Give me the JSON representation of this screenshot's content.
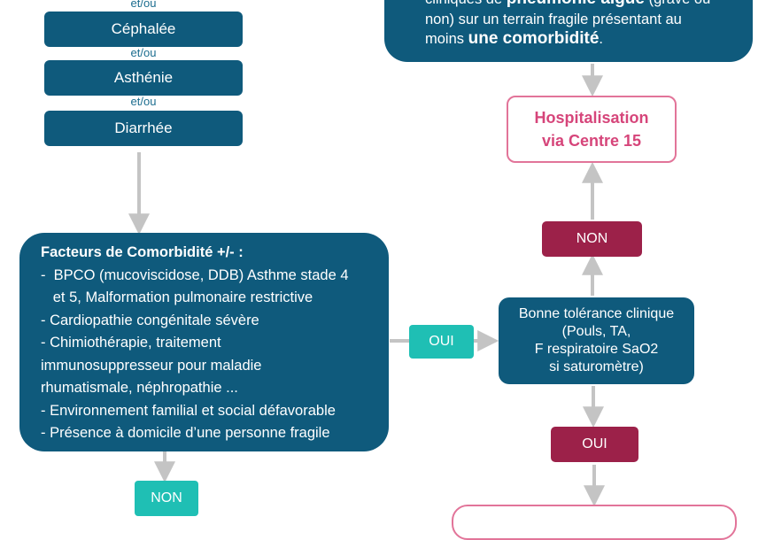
{
  "symptoms": {
    "connectors": [
      "et/ou",
      "et/ou",
      "et/ou"
    ],
    "items": [
      "Céphalée",
      "Asthénie",
      "Diarrhée"
    ]
  },
  "top_box": {
    "line1_pre": "cliniques de",
    "line1_bold": "pneumonie aiguë",
    "line1_post": "(grave ou",
    "line2": "non) sur un terrain fragile présentant au",
    "line3_pre": "moins",
    "line3_bold": "une comorbidité",
    "line3_post": "."
  },
  "hospitalisation": {
    "line1": "Hospitalisation",
    "line2": "via Centre 15"
  },
  "comorbidity": {
    "title": "Facteurs de Comorbidité +/- :",
    "lines": [
      "-  BPCO (mucoviscidose, DDB) Asthme stade 4",
      "   et 5, Malformation pulmonaire restrictive",
      "- Cardiopathie congénitale sévère",
      "- Chimiothérapie, traitement",
      "immunosuppresseur pour maladie",
      "rhumatismale, néphropathie ...",
      "- Environnement familial et social défavorable",
      "- Présence à domicile d’une personne fragile"
    ]
  },
  "tolerance": {
    "lines": [
      "Bonne tolérance clinique",
      "(Pouls, TA,",
      "F respiratoire SaO2",
      "si saturomètre)"
    ]
  },
  "labels": {
    "non_top": "NON",
    "oui_middle": "OUI",
    "oui_bottom": "OUI",
    "non_bottom": "NON"
  },
  "colors": {
    "dark_blue": "#0f5a7c",
    "teal": "#1fbfb4",
    "crimson": "#9c2149",
    "pink": "#d6457a",
    "arrow_gray": "#c4c4c4"
  }
}
